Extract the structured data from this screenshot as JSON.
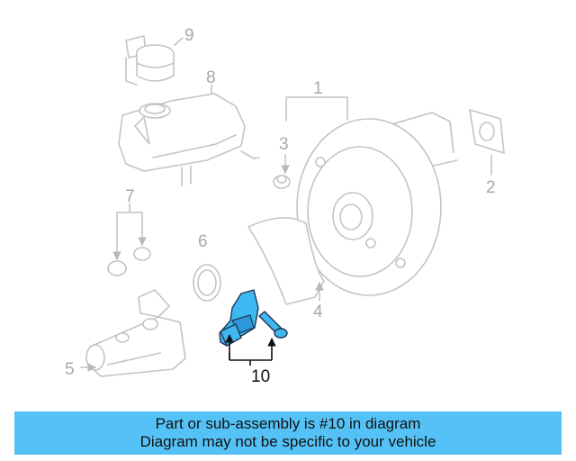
{
  "diagram": {
    "callouts": [
      "1",
      "2",
      "3",
      "4",
      "5",
      "6",
      "7",
      "8",
      "9",
      "10"
    ],
    "highlighted_callout": "10",
    "highlight_color": "#3fb8f2",
    "ghost_color": "#c4c4c4"
  },
  "banner": {
    "line1": "Part or sub-assembly is #10 in diagram",
    "line2": "Diagram may not be specific to your vehicle",
    "background": "#55c2f7"
  }
}
